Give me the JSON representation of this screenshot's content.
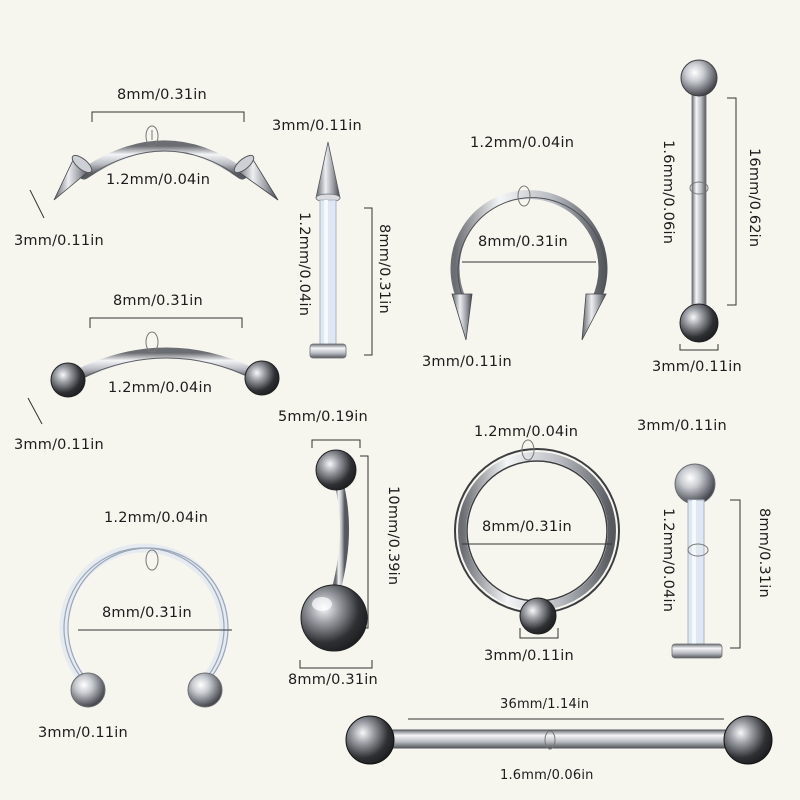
{
  "colors": {
    "background": "#f6f5ee",
    "steel_light": "#eef0f3",
    "steel_dark": "#5a5d63",
    "dimension_line": "#333333"
  },
  "labels": {
    "curved_spike_width": "8mm/0.31in",
    "curved_spike_gauge": "1.2mm/0.04in",
    "curved_spike_end": "3mm/0.11in",
    "labret_spike_end": "3mm/0.11in",
    "labret_spike_gauge": "1.2mm/0.04in",
    "labret_spike_length": "8mm/0.31in",
    "horseshoe_spike_gauge": "1.2mm/0.04in",
    "horseshoe_spike_diameter": "8mm/0.31in",
    "horseshoe_spike_end": "3mm/0.11in",
    "straight_barbell_gauge": "1.6mm/0.06in",
    "straight_barbell_length": "16mm/0.62in",
    "straight_barbell_end": "3mm/0.11in",
    "curved_ball_width": "8mm/0.31in",
    "curved_ball_gauge": "1.2mm/0.04in",
    "curved_ball_end": "3mm/0.11in",
    "belly_top_ball": "5mm/0.19in",
    "belly_length": "10mm/0.39in",
    "belly_bottom_ball": "8mm/0.31in",
    "captive_ring_gauge": "1.2mm/0.04in",
    "captive_ring_diameter": "8mm/0.31in",
    "captive_ring_bead": "3mm/0.11in",
    "labret_ball_end": "3mm/0.11in",
    "labret_ball_gauge": "1.2mm/0.04in",
    "labret_ball_length": "8mm/0.31in",
    "horseshoe_ball_gauge": "1.2mm/0.04in",
    "horseshoe_ball_diameter": "8mm/0.31in",
    "horseshoe_ball_end": "3mm/0.11in",
    "industrial_length": "36mm/1.14in",
    "industrial_gauge": "1.6mm/0.06in"
  }
}
